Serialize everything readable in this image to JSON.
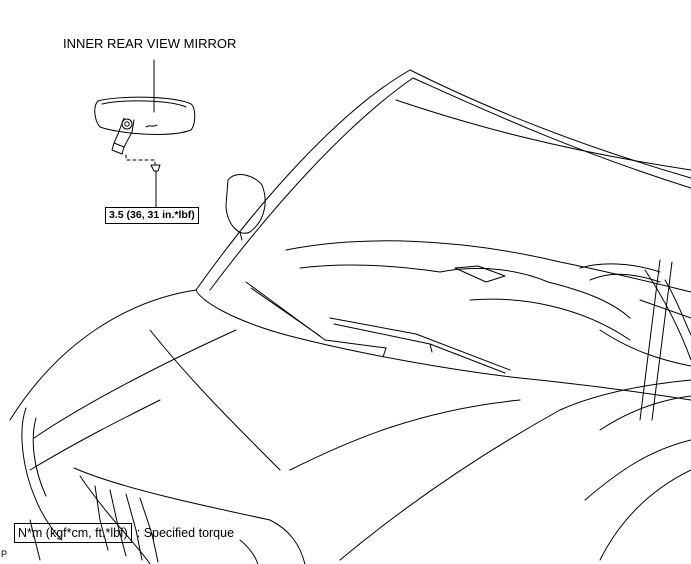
{
  "diagram": {
    "part_label": "INNER REAR VIEW MIRROR",
    "torque_value": "3.5 (36, 31 in.*lbf)",
    "legend": {
      "unit_box": "N*m (kgf*cm, ft.*lbf)",
      "description": ": Specified torque"
    },
    "figure_code": "P"
  }
}
